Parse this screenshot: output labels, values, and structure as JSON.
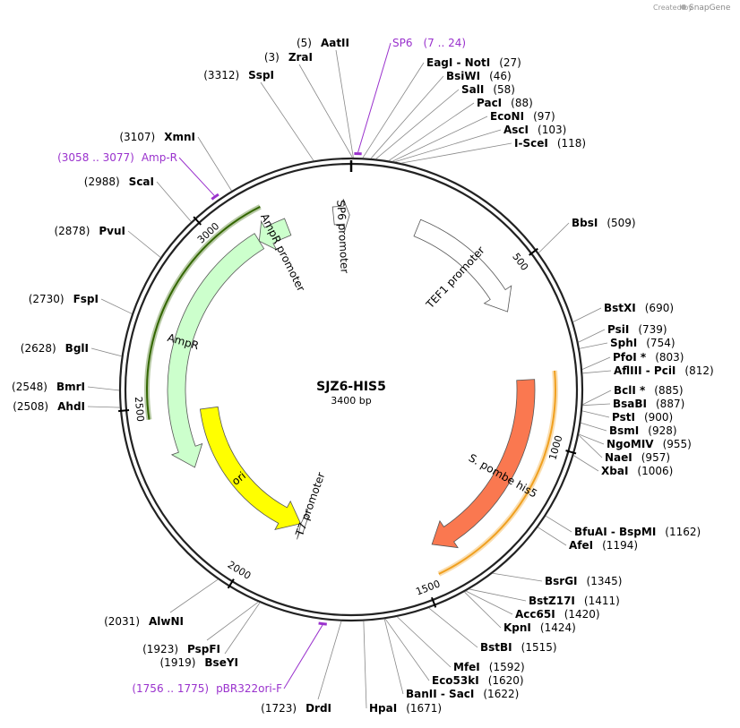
{
  "plasmid": {
    "name": "SJZ6-HIS5",
    "length_label": "3400 bp",
    "length": 3400
  },
  "credit": {
    "text": "Created by",
    "brand": "SnapGene"
  },
  "ticks": [
    {
      "pos": 500,
      "label": "500"
    },
    {
      "pos": 1000,
      "label": "1000"
    },
    {
      "pos": 1500,
      "label": "1500"
    },
    {
      "pos": 2000,
      "label": "2000"
    },
    {
      "pos": 2500,
      "label": "2500"
    },
    {
      "pos": 3000,
      "label": "3000"
    }
  ],
  "features": [
    {
      "name": "AmpR",
      "start": 2300,
      "end": 3100,
      "direction": "reverse",
      "color": "#ccffcc",
      "kind": "arrow",
      "ring": 1
    },
    {
      "name": "AmpR promoter",
      "start": 3100,
      "end": 3199,
      "direction": "reverse",
      "color": "#ccffcc",
      "kind": "arrow",
      "ring": 1
    },
    {
      "name": "SP6 promoter",
      "start": 3345,
      "end": 3395,
      "direction": "forward",
      "color": "#ffffff",
      "kind": "arrow",
      "ring": 1
    },
    {
      "name": "TEF1 promoter",
      "start": 210,
      "end": 600,
      "direction": "forward",
      "color": "#ffffff",
      "kind": "arrow",
      "ring": 1
    },
    {
      "name": "S. pombe his5",
      "start": 820,
      "end": 1440,
      "direction": "forward",
      "color": "#fa7850",
      "kind": "arrow",
      "ring": 1
    },
    {
      "name": "ori",
      "start": 1895,
      "end": 2480,
      "direction": "reverse",
      "color": "#ffff00",
      "kind": "arrow",
      "ring": 2
    },
    {
      "name": "T7 promoter",
      "start": 1876,
      "end": 1894,
      "direction": "forward",
      "color": "#ffffff",
      "kind": "arrow",
      "ring": 2
    }
  ],
  "highlights": [
    {
      "name": "orange-orf-highlight",
      "start": 800,
      "end": 1460,
      "color": "#f0a020"
    },
    {
      "name": "green-orf-highlight",
      "start": 2470,
      "end": 3150,
      "color": "#336600"
    }
  ],
  "primers": [
    {
      "name": "SP6",
      "range": "(7 .. 24)",
      "start": 7,
      "end": 24
    },
    {
      "name": "Amp-R",
      "range": "(3058 .. 3077)",
      "start": 3058,
      "end": 3077
    },
    {
      "name": "pBR322ori-F",
      "range": "(1756 .. 1775)",
      "start": 1756,
      "end": 1775
    }
  ],
  "enzymes": [
    {
      "name": "AatII",
      "pos": "(5)",
      "site": 5
    },
    {
      "name": "ZraI",
      "pos": "(3)",
      "site": 3
    },
    {
      "name": "SspI",
      "pos": "(3312)",
      "site": 3312
    },
    {
      "name": "XmnI",
      "pos": "(3107)",
      "site": 3107
    },
    {
      "name": "ScaI",
      "pos": "(2988)",
      "site": 2988
    },
    {
      "name": "PvuI",
      "pos": "(2878)",
      "site": 2878
    },
    {
      "name": "FspI",
      "pos": "(2730)",
      "site": 2730
    },
    {
      "name": "BglI",
      "pos": "(2628)",
      "site": 2628
    },
    {
      "name": "BmrI",
      "pos": "(2548)",
      "site": 2548
    },
    {
      "name": "AhdI",
      "pos": "(2508)",
      "site": 2508
    },
    {
      "name": "AlwNI",
      "pos": "(2031)",
      "site": 2031
    },
    {
      "name": "PspFI",
      "pos": "(1923)",
      "site": 1923
    },
    {
      "name": "BseYI",
      "pos": "(1919)",
      "site": 1919
    },
    {
      "name": "DrdI",
      "pos": "(1723)",
      "site": 1723
    },
    {
      "name": "HpaI",
      "pos": "(1671)",
      "site": 1671
    },
    {
      "name": "BanII - SacI",
      "pos": "(1622)",
      "site": 1622
    },
    {
      "name": "Eco53kI",
      "pos": "(1620)",
      "site": 1620
    },
    {
      "name": "MfeI",
      "pos": "(1592)",
      "site": 1592
    },
    {
      "name": "BstBI",
      "pos": "(1515)",
      "site": 1515
    },
    {
      "name": "KpnI",
      "pos": "(1424)",
      "site": 1424
    },
    {
      "name": "Acc65I",
      "pos": "(1420)",
      "site": 1420
    },
    {
      "name": "BstZ17I",
      "pos": "(1411)",
      "site": 1411
    },
    {
      "name": "BsrGI",
      "pos": "(1345)",
      "site": 1345
    },
    {
      "name": "AfeI",
      "pos": "(1194)",
      "site": 1194
    },
    {
      "name": "BfuAI - BspMI",
      "pos": "(1162)",
      "site": 1162
    },
    {
      "name": "XbaI",
      "pos": "(1006)",
      "site": 1006
    },
    {
      "name": "NaeI",
      "pos": "(957)",
      "site": 957
    },
    {
      "name": "NgoMIV",
      "pos": "(955)",
      "site": 955
    },
    {
      "name": "BsmI",
      "pos": "(928)",
      "site": 928
    },
    {
      "name": "PstI",
      "pos": "(900)",
      "site": 900
    },
    {
      "name": "BsaBI",
      "pos": "(887)",
      "site": 887
    },
    {
      "name": "BclI *",
      "pos": "(885)",
      "site": 885
    },
    {
      "name": "AflIII - PciI",
      "pos": "(812)",
      "site": 812
    },
    {
      "name": "PfoI *",
      "pos": "(803)",
      "site": 803
    },
    {
      "name": "SphI",
      "pos": "(754)",
      "site": 754
    },
    {
      "name": "PsiI",
      "pos": "(739)",
      "site": 739
    },
    {
      "name": "BstXI",
      "pos": "(690)",
      "site": 690
    },
    {
      "name": "BbsI",
      "pos": "(509)",
      "site": 509
    },
    {
      "name": "I-SceI",
      "pos": "(118)",
      "site": 118
    },
    {
      "name": "AscI",
      "pos": "(103)",
      "site": 103
    },
    {
      "name": "EcoNI",
      "pos": "(97)",
      "site": 97
    },
    {
      "name": "PacI",
      "pos": "(88)",
      "site": 88
    },
    {
      "name": "SalI",
      "pos": "(58)",
      "site": 58
    },
    {
      "name": "BsiWI",
      "pos": "(46)",
      "site": 46
    },
    {
      "name": "EagI - NotI",
      "pos": "(27)",
      "site": 27
    }
  ]
}
